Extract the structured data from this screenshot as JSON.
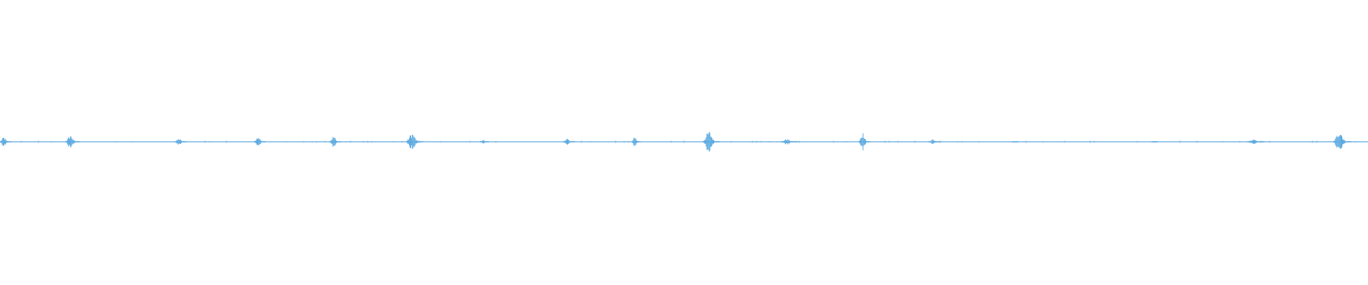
{
  "waveform": {
    "color": "#5aa9e0",
    "baseline_color": "#5aa9e0",
    "duration_fraction_marks": [
      0.004,
      0.053,
      0.132,
      0.19,
      0.245,
      0.303,
      0.354,
      0.416,
      0.465,
      0.52,
      0.577,
      0.632,
      0.683,
      0.742,
      0.844,
      0.918,
      0.981
    ],
    "peak_amplitudes": [
      0.25,
      0.35,
      0.18,
      0.28,
      0.3,
      0.45,
      0.12,
      0.15,
      0.3,
      0.55,
      0.15,
      0.5,
      0.12,
      0.05,
      0.05,
      0.12,
      0.6
    ],
    "burst_spreads": [
      0.004,
      0.005,
      0.004,
      0.004,
      0.004,
      0.006,
      0.003,
      0.004,
      0.003,
      0.006,
      0.006,
      0.004,
      0.004,
      0.002,
      0.002,
      0.006,
      0.006
    ]
  }
}
